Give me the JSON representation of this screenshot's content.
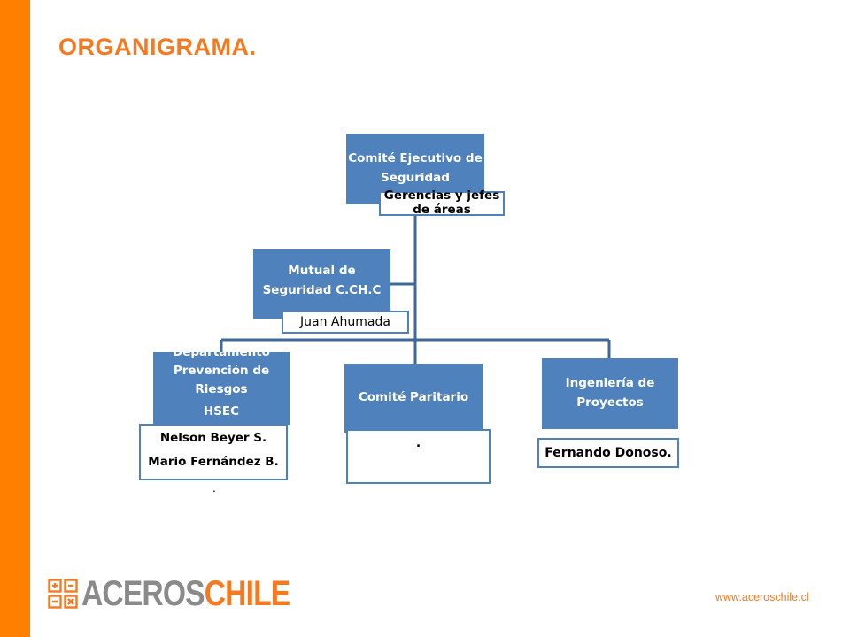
{
  "slide": {
    "title": "ORGANIGRAMA.",
    "accent_color": "#f47920",
    "bar_color": "#ff7f00",
    "node_color": "#4f81bd"
  },
  "orgchart": {
    "top": {
      "label": "Comité Ejecutivo de Seguridad",
      "label_lines": [
        "Comité Ejecutivo de",
        "Seguridad"
      ],
      "subtext_lines": [
        "Gerencias y jefes",
        "de áreas"
      ]
    },
    "assistant": {
      "label_lines": [
        "Mutual de",
        "Seguridad  C.CH.C"
      ],
      "subtext": "Juan Ahumada"
    },
    "children": [
      {
        "label_lines": [
          "Departamento",
          "Prevención de",
          "Riesgos",
          "HSEC"
        ],
        "subtext_lines": [
          "Nelson Beyer S.",
          "Mario Fernández B.",
          "."
        ]
      },
      {
        "label": "Comité Paritario",
        "subtext": "."
      },
      {
        "label_lines": [
          "Ingeniería de",
          "Proyectos"
        ],
        "subtext": "Fernando Donoso."
      }
    ]
  },
  "footer": {
    "logo_text_part1": "ACEROS",
    "logo_text_part2": "CHILE",
    "logo_icon": "grid-logo-icon",
    "website": "www.aceroschile.cl"
  }
}
